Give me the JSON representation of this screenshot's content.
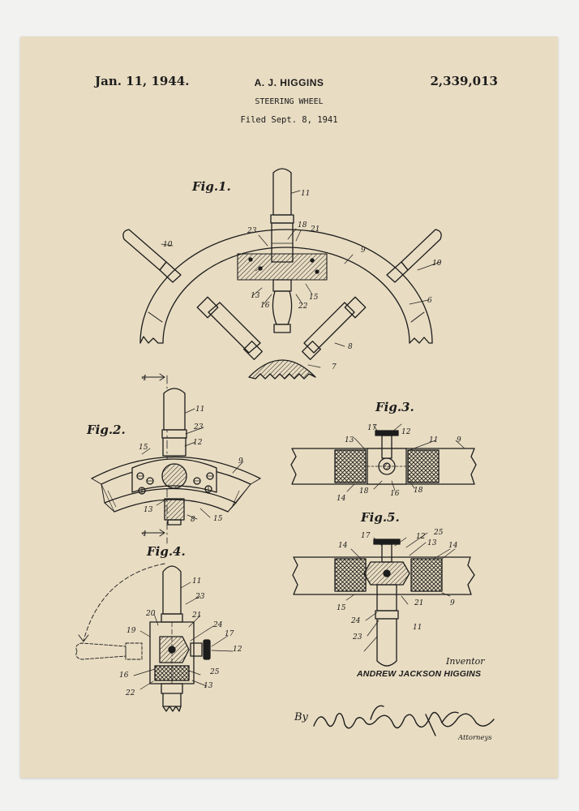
{
  "header": {
    "date": "Jan. 11, 1944.",
    "inventor": "A. J. HIGGINS",
    "patent_number": "2,339,013",
    "title": "STEERING WHEEL",
    "filed": "Filed Sept. 8, 1941"
  },
  "figures": {
    "fig1": "Fig.1.",
    "fig2": "Fig.2.",
    "fig3": "Fig.3.",
    "fig4": "Fig.4.",
    "fig5": "Fig.5."
  },
  "section_marks": {
    "top": "4",
    "bottom": "4"
  },
  "reference_numerals": {
    "fig1": [
      "11",
      "10",
      "23",
      "18",
      "21",
      "9",
      "10",
      "13",
      "16",
      "22",
      "15",
      "6",
      "8",
      "7"
    ],
    "fig2": [
      "11",
      "23",
      "12",
      "15",
      "9",
      "13",
      "8",
      "15"
    ],
    "fig3": [
      "17",
      "12",
      "13",
      "11",
      "9",
      "14",
      "18",
      "16",
      "18"
    ],
    "fig4": [
      "11",
      "23",
      "20",
      "21",
      "19",
      "24",
      "17",
      "12",
      "16",
      "25",
      "22",
      "13"
    ],
    "fig5": [
      "17",
      "12",
      "25",
      "13",
      "14",
      "14",
      "15",
      "24",
      "21",
      "9",
      "23",
      "11"
    ]
  },
  "inventor_block": {
    "label": "Inventor",
    "name": "ANDREW JACKSON HIGGINS"
  },
  "attorney_block": {
    "prefix": "By",
    "signature": "Mason, Fenwick & Lawrence",
    "label": "Attorneys"
  },
  "colors": {
    "paper": "#e8dcc2",
    "ink": "#1c1c1c",
    "background": "#f2f2f1"
  }
}
